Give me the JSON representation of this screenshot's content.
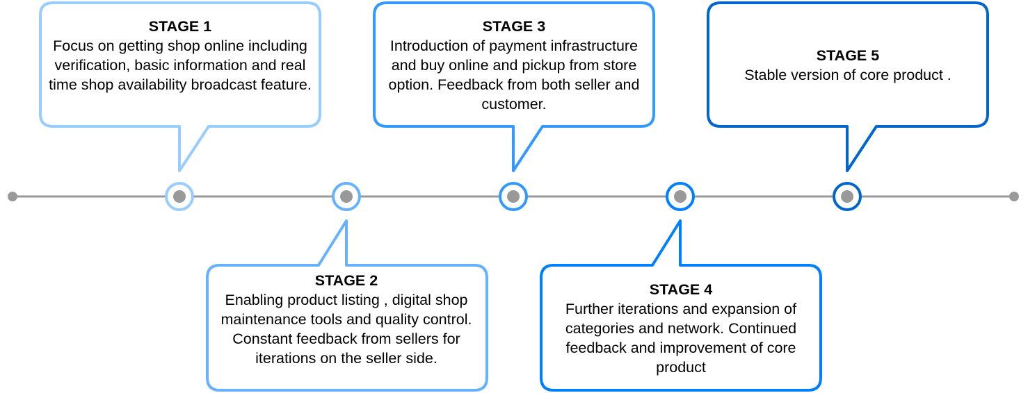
{
  "colors": {
    "line": "#999999",
    "dot": "#999999",
    "stage_1": "#99ccff",
    "stage_2": "#66b2ff",
    "stage_3": "#3399ff",
    "stage_4": "#007fff",
    "stage_5": "#0066cc"
  },
  "stages": [
    {
      "title": "STAGE 1",
      "description": "Focus  on getting shop online including verification, basic information and real time shop availability broadcast feature.",
      "position": "above"
    },
    {
      "title": "STAGE 2",
      "description": "Enabling product listing , digital shop maintenance tools and quality control. Constant feedback from sellers for iterations on the seller side.",
      "position": "below"
    },
    {
      "title": "STAGE 3",
      "description": "Introduction of payment infrastructure and buy online and pickup from store option. Feedback from both seller and customer.",
      "position": "above"
    },
    {
      "title": "STAGE 4",
      "description": "Further iterations and expansion of categories and network. Continued feedback and improvement of core product",
      "position": "below"
    },
    {
      "title": "STAGE 5",
      "description": "Stable version of core product .",
      "position": "above"
    }
  ]
}
